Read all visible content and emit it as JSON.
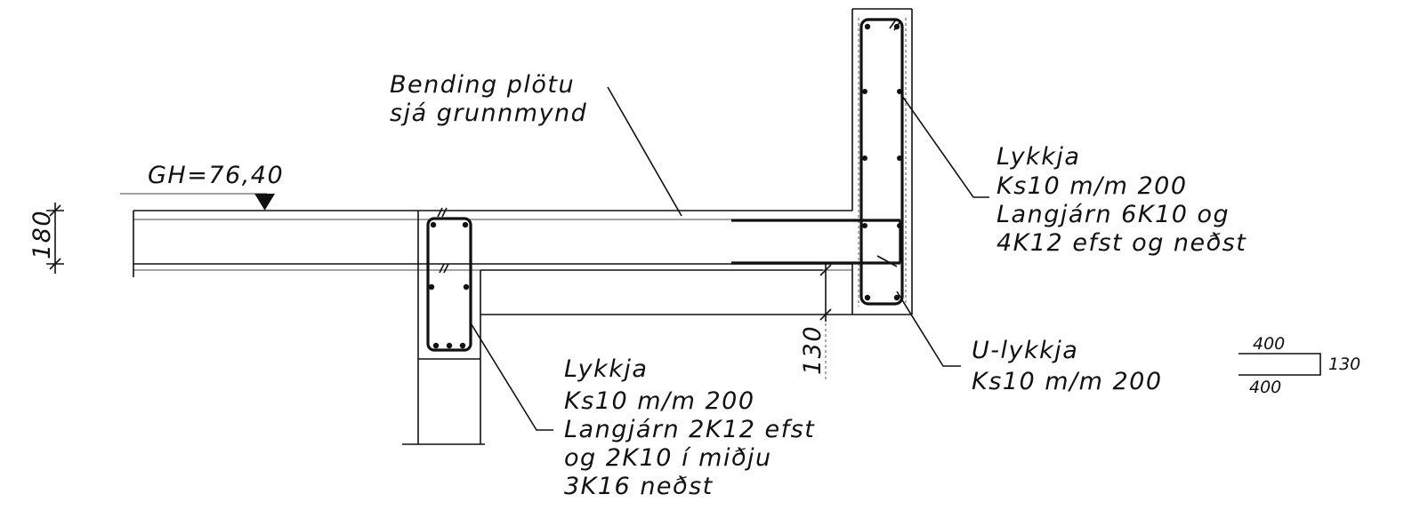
{
  "drawing": {
    "gh_level": "GH=76,40",
    "slab_thickness_dim": "180",
    "beam_step_dim": "130",
    "slab_note": {
      "lines": [
        "Bending plötu",
        "sjá grunnmynd"
      ]
    },
    "right_beam_note": {
      "lines": [
        "Lykkja",
        "Ks10 m/m 200",
        "Langjárn 6K10 og",
        "4K12 efst og neðst"
      ]
    },
    "u_stirrup_note": {
      "lines": [
        "U-lykkja",
        "Ks10 m/m 200"
      ]
    },
    "left_beam_note": {
      "lines": [
        "Lykkja",
        "Ks10 m/m 200",
        "Langjárn 2K12 efst",
        "og 2K10 í miðju",
        "3K16 neðst"
      ]
    },
    "u_legend": {
      "top": "400",
      "bottom": "400",
      "side": "130"
    }
  }
}
